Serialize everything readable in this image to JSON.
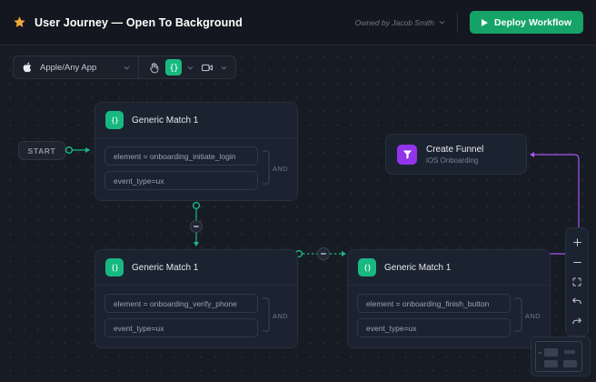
{
  "header": {
    "star_icon": "star-icon",
    "title": "User Journey — Open To Background",
    "owner_label": "Owned by Jacob Smith",
    "owner_chevron": "chevron-down-icon",
    "deploy_label": "Deploy Workflow",
    "deploy_icon": "play-icon",
    "accent_green": "#16a368"
  },
  "toolbar": {
    "app_icon": "apple-icon",
    "app_label": "Apple/Any App",
    "app_chevron": "chevron-down-icon",
    "hand_tool": "hand-icon",
    "code_tool": "code-brackets-icon",
    "code_chevron": "chevron-down-icon",
    "video_tool": "video-camera-icon",
    "video_chevron": "chevron-down-icon",
    "active_color": "#18b981"
  },
  "canvas": {
    "start_label": "START",
    "and_label": "AND",
    "nodes": [
      {
        "title": "Generic Match 1",
        "badge_icon": "code-brackets-icon",
        "conditions": [
          "element = onboarding_initiate_login",
          "event_type=ux"
        ]
      },
      {
        "title": "Generic Match 1",
        "badge_icon": "code-brackets-icon",
        "conditions": [
          "element = onboarding_verify_phone",
          "event_type=ux"
        ]
      },
      {
        "title": "Generic Match 1",
        "badge_icon": "code-brackets-icon",
        "conditions": [
          "element = onboarding_finish_button",
          "event_type=ux"
        ]
      }
    ],
    "funnel": {
      "title": "Create Funnel",
      "subtitle": "iOS Onboarding",
      "badge_icon": "funnel-icon",
      "color": "#9333ea"
    },
    "edge_color_green": "#18b981",
    "edge_color_purple": "#a855f7"
  },
  "view_tools": {
    "zoom_in": "plus-icon",
    "zoom_out": "minus-icon",
    "fit_screen": "fit-to-screen-icon",
    "undo": "undo-icon",
    "redo": "redo-icon"
  },
  "minimap": {
    "name": "minimap"
  }
}
